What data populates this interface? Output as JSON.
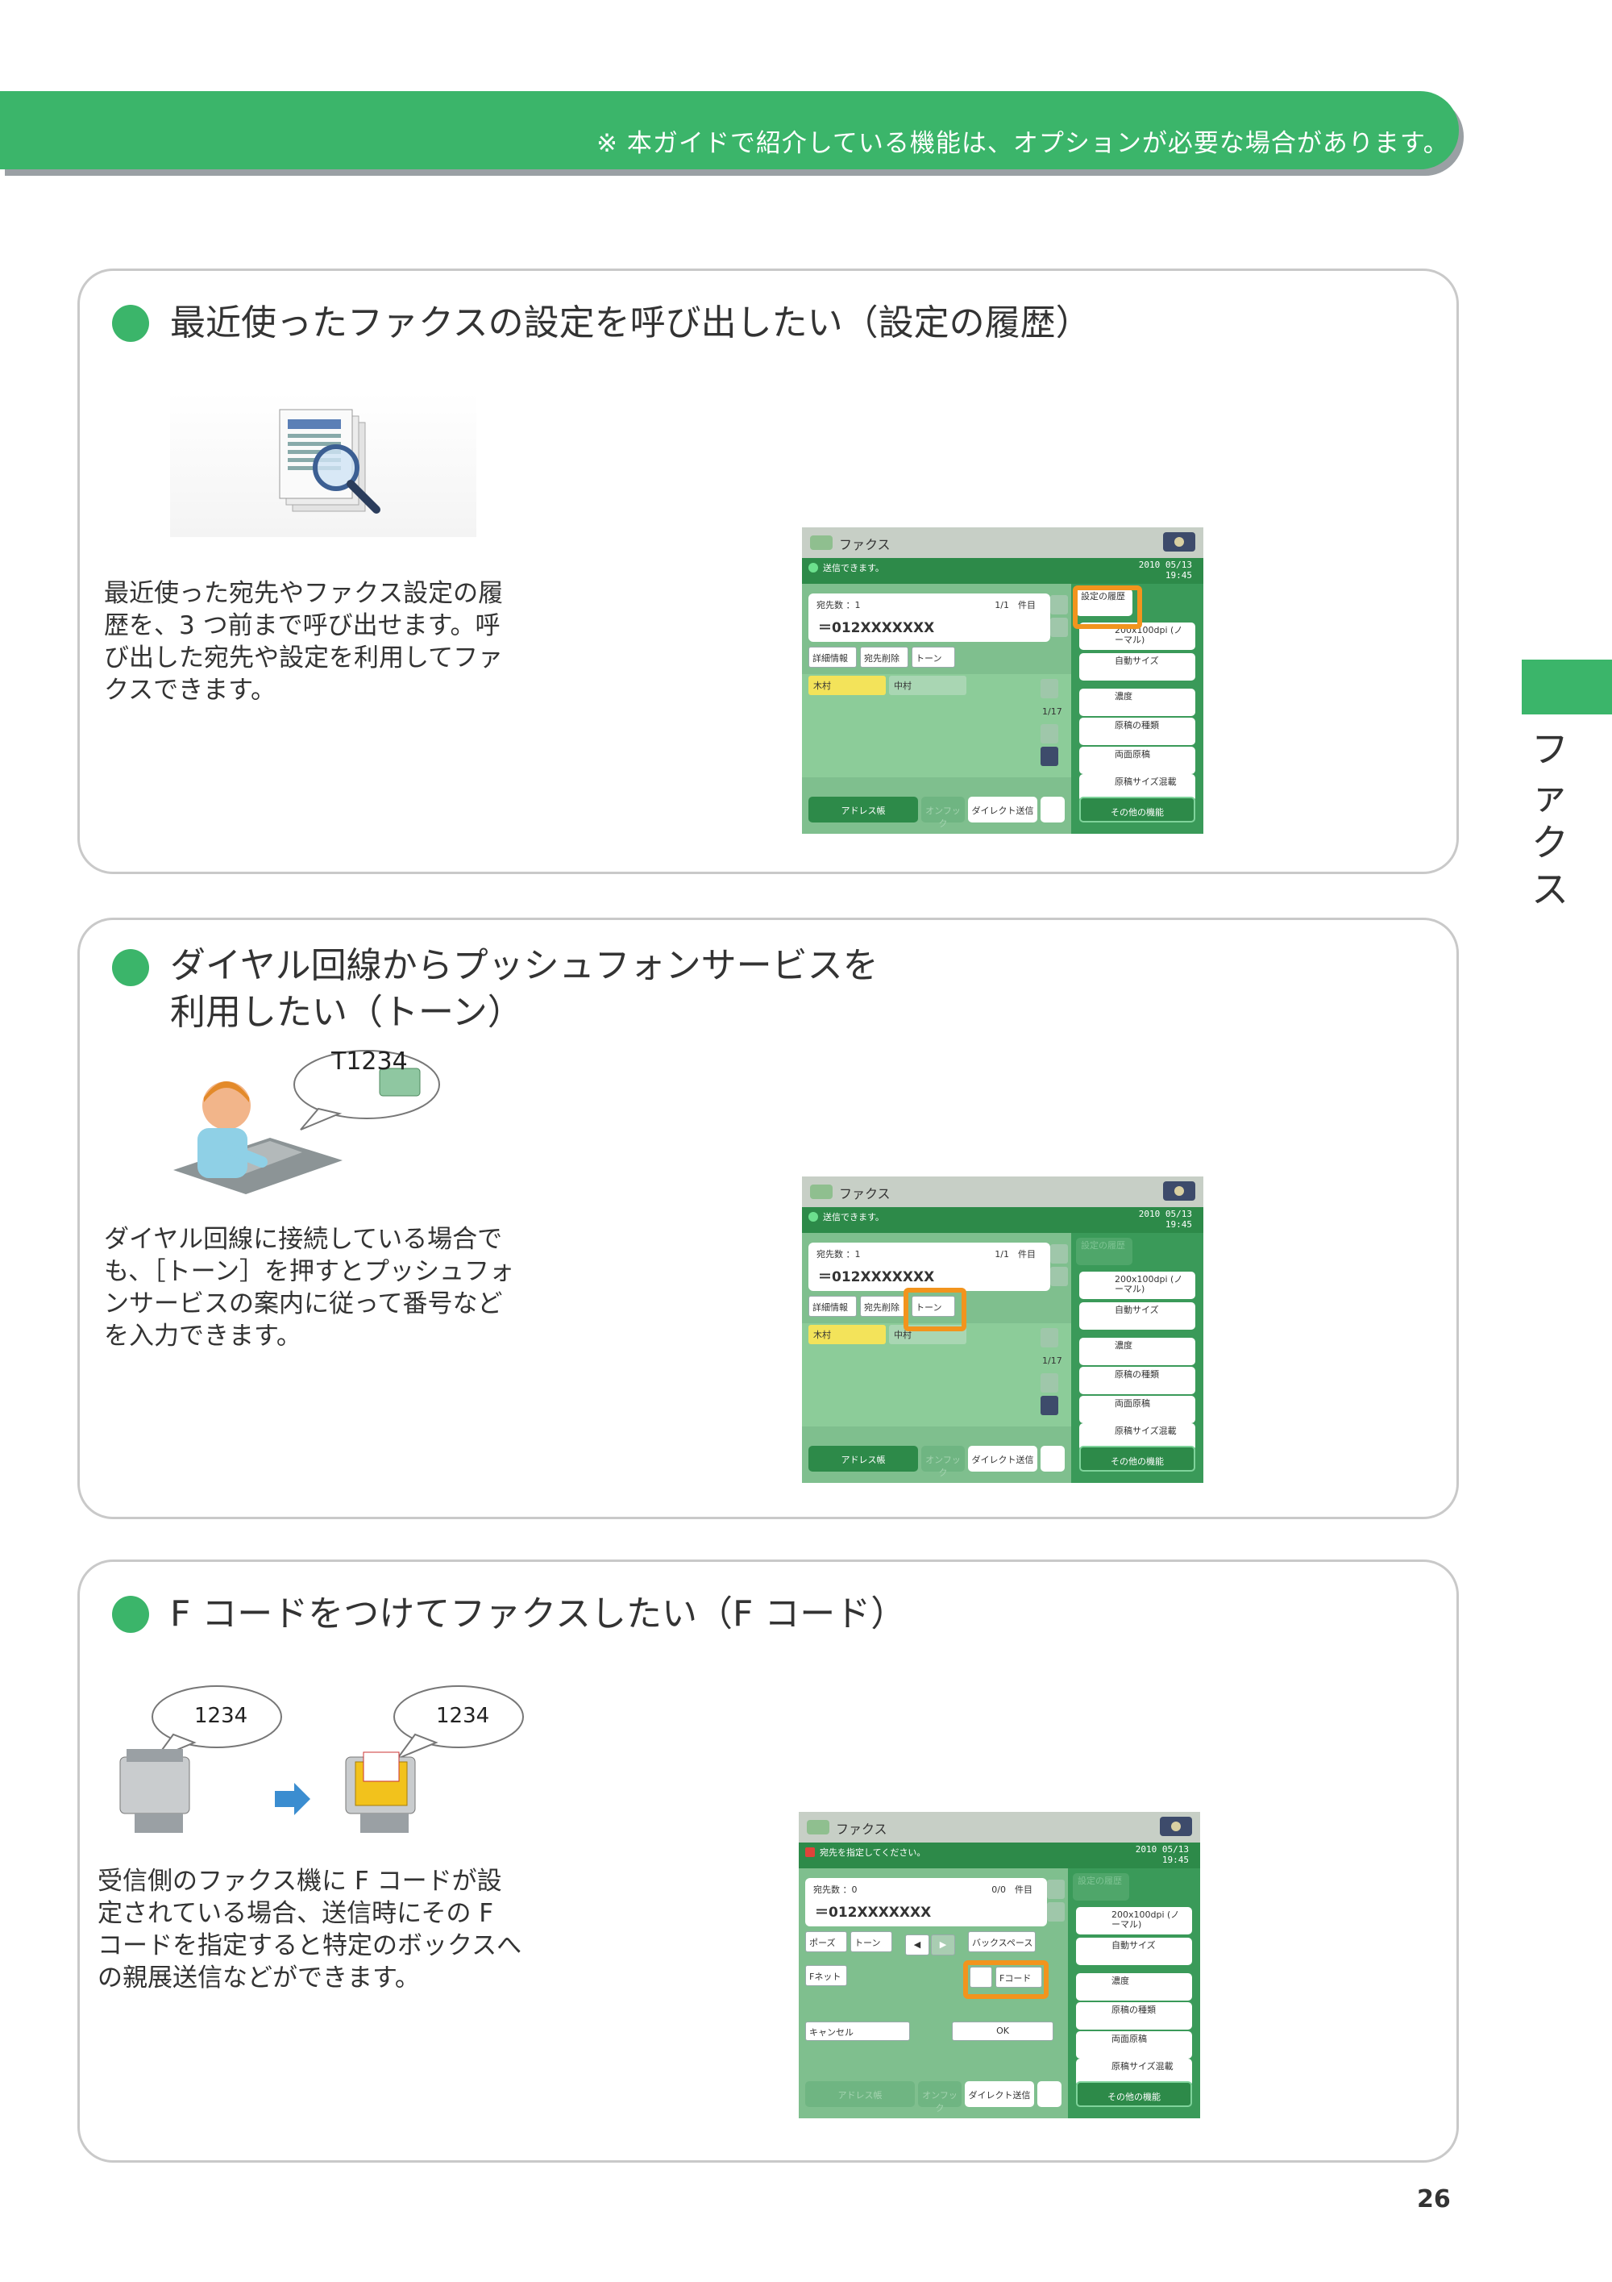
{
  "header": {
    "note": "※ 本ガイドで紹介している機能は、オプションが必要な場合があります。"
  },
  "side_tab": {
    "label": "ファクス"
  },
  "sections": [
    {
      "title": "最近使ったファクスの設定を呼び出したい（設定の履歴）",
      "description": "最近使った宛先やファクス設定の履歴を、3 つ前まで呼び出せます。呼び出した宛先や設定を利用してファクスできます。",
      "icon": "document-search-icon"
    },
    {
      "title_line1": "ダイヤル回線からプッシュフォンサービスを",
      "title_line2": "利用したい（トーン）",
      "description": "ダイヤル回線に接続している場合でも、［トーン］を押すとプッシュフォンサービスの案内に従って番号などを入力できます。",
      "bubble": "T1234",
      "icon": "user-at-keypad-icon"
    },
    {
      "title": "F コードをつけてファクスしたい（F コード）",
      "description": "受信側のファクス機に F コードが設定されている場合、送信時にその F コードを指定すると特定のボックスへの親展送信などができます。",
      "bubble_left": "1234",
      "bubble_right": "1234",
      "icon": "fax-to-box-icon"
    }
  ],
  "panel": {
    "title": "ファクス",
    "status_ok": "送信できます。",
    "status_need": "宛先を指定してください。",
    "date": "2010 05/13",
    "time": "19:45",
    "dest_label": "宛先数",
    "dest_count_1": "：1",
    "dest_count_0": "：0",
    "page_1": "1/1　件目",
    "page_0": "0/0　件目",
    "number": "＝012XXXXXXX",
    "detail_btn": "詳細情報",
    "delete_btn": "宛先削除",
    "tone_btn": "トーン",
    "name1": "木村",
    "name2": "中村",
    "addr_page": "1/17",
    "address_book": "アドレス帳",
    "on_hook": "オンフック",
    "direct_send": "ダイレクト送信",
    "history_btn": "設定の履歴",
    "resolution": "200x100dpi (ノーマル)",
    "auto_size": "自動サイズ",
    "density": "濃度",
    "orig_type": "原稿の種類",
    "duplex": "両面原稿",
    "mixed_size": "原稿サイズ混載",
    "other_func": "その他の機能",
    "pause_btn": "ポーズ",
    "backspace_btn": "バックスペース",
    "fnet_btn": "Fネット",
    "fcode_btn": "Fコード",
    "cancel_btn": "キャンセル",
    "ok_btn": "OK"
  },
  "page_number": "26"
}
